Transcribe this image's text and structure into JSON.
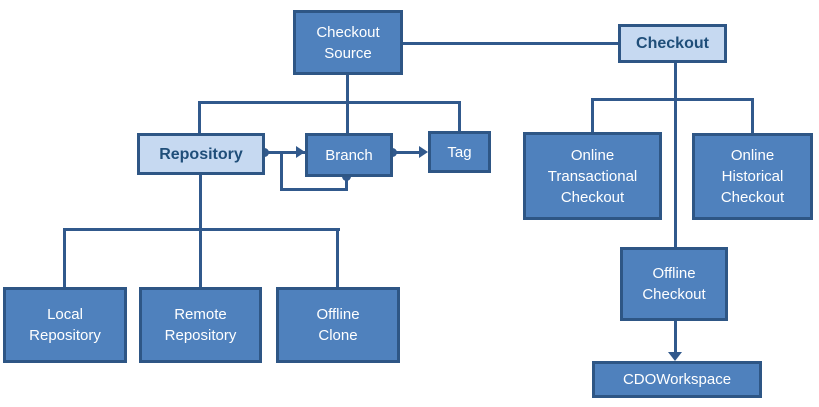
{
  "diagram": {
    "colors": {
      "background": "#ffffff",
      "line": "#31598c",
      "node_border": "#2e5685",
      "node_fill_dark": "#4f81bd",
      "node_fill_light": "#c6d9f1",
      "text_on_dark": "#ffffff",
      "text_on_light": "#1f4e79"
    },
    "nodes": [
      {
        "id": "checkout-source",
        "label": "Checkout\nSource",
        "variant": "dark"
      },
      {
        "id": "checkout",
        "label": "Checkout",
        "variant": "light"
      },
      {
        "id": "repository",
        "label": "Repository",
        "variant": "light"
      },
      {
        "id": "branch",
        "label": "Branch",
        "variant": "dark"
      },
      {
        "id": "tag",
        "label": "Tag",
        "variant": "dark"
      },
      {
        "id": "online-transactional-checkout",
        "label": "Online\nTransactional\nCheckout",
        "variant": "dark"
      },
      {
        "id": "online-historical-checkout",
        "label": "Online\nHistorical\nCheckout",
        "variant": "dark"
      },
      {
        "id": "offline-checkout",
        "label": "Offline\nCheckout",
        "variant": "dark"
      },
      {
        "id": "cdo-workspace",
        "label": "CDOWorkspace",
        "variant": "dark"
      },
      {
        "id": "local-repository",
        "label": "Local\nRepository",
        "variant": "dark"
      },
      {
        "id": "remote-repository",
        "label": "Remote\nRepository",
        "variant": "dark"
      },
      {
        "id": "offline-clone",
        "label": "Offline\nClone",
        "variant": "dark"
      }
    ],
    "relations": [
      {
        "from": "checkout-source",
        "to": "checkout",
        "type": "association"
      },
      {
        "from": "checkout-source",
        "to": "repository",
        "type": "tree-child"
      },
      {
        "from": "checkout-source",
        "to": "branch",
        "type": "tree-child"
      },
      {
        "from": "checkout-source",
        "to": "tag",
        "type": "tree-child"
      },
      {
        "from": "repository",
        "to": "branch",
        "type": "dot-arrow"
      },
      {
        "from": "branch",
        "to": "branch",
        "type": "dot-arrow-self-loop"
      },
      {
        "from": "branch",
        "to": "tag",
        "type": "dot-arrow"
      },
      {
        "from": "checkout",
        "to": "online-transactional-checkout",
        "type": "tree-child"
      },
      {
        "from": "checkout",
        "to": "online-historical-checkout",
        "type": "tree-child"
      },
      {
        "from": "checkout",
        "to": "offline-checkout",
        "type": "tree-child"
      },
      {
        "from": "offline-checkout",
        "to": "cdo-workspace",
        "type": "arrow"
      },
      {
        "from": "repository",
        "to": "local-repository",
        "type": "tree-child"
      },
      {
        "from": "repository",
        "to": "remote-repository",
        "type": "tree-child"
      },
      {
        "from": "repository",
        "to": "offline-clone",
        "type": "tree-child"
      }
    ]
  }
}
